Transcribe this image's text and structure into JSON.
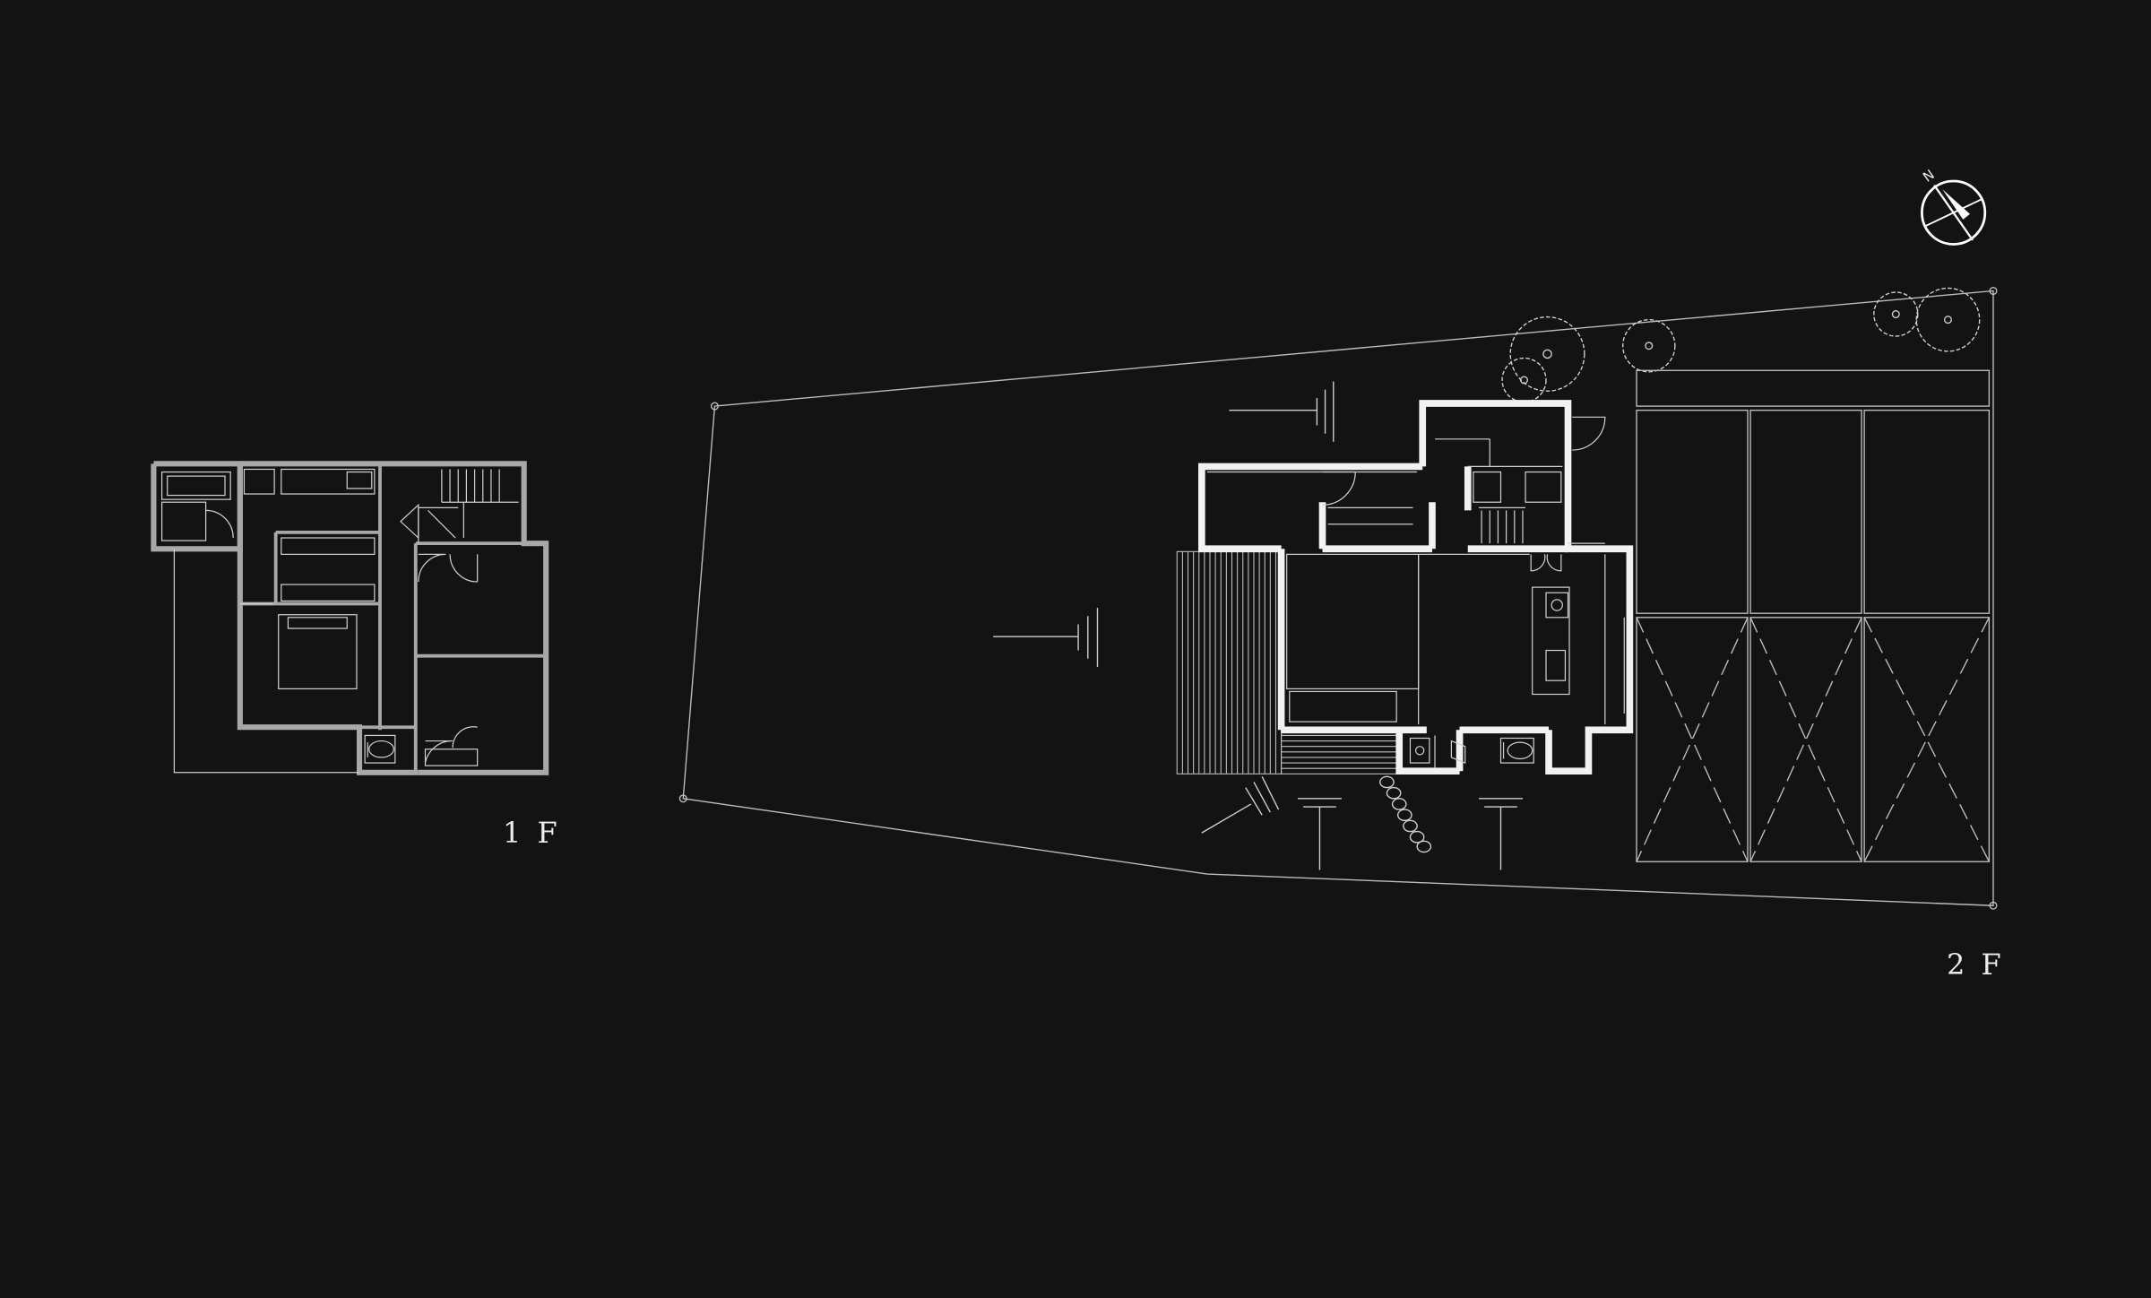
{
  "labels": {
    "floor1": "1 F",
    "floor2": "2 F"
  },
  "compass": {
    "letter": "N"
  },
  "colors": {
    "background": "#131313",
    "line": "#d9d9d9",
    "wall": "#ffffff",
    "wall_1f": "#b5b5b5"
  }
}
